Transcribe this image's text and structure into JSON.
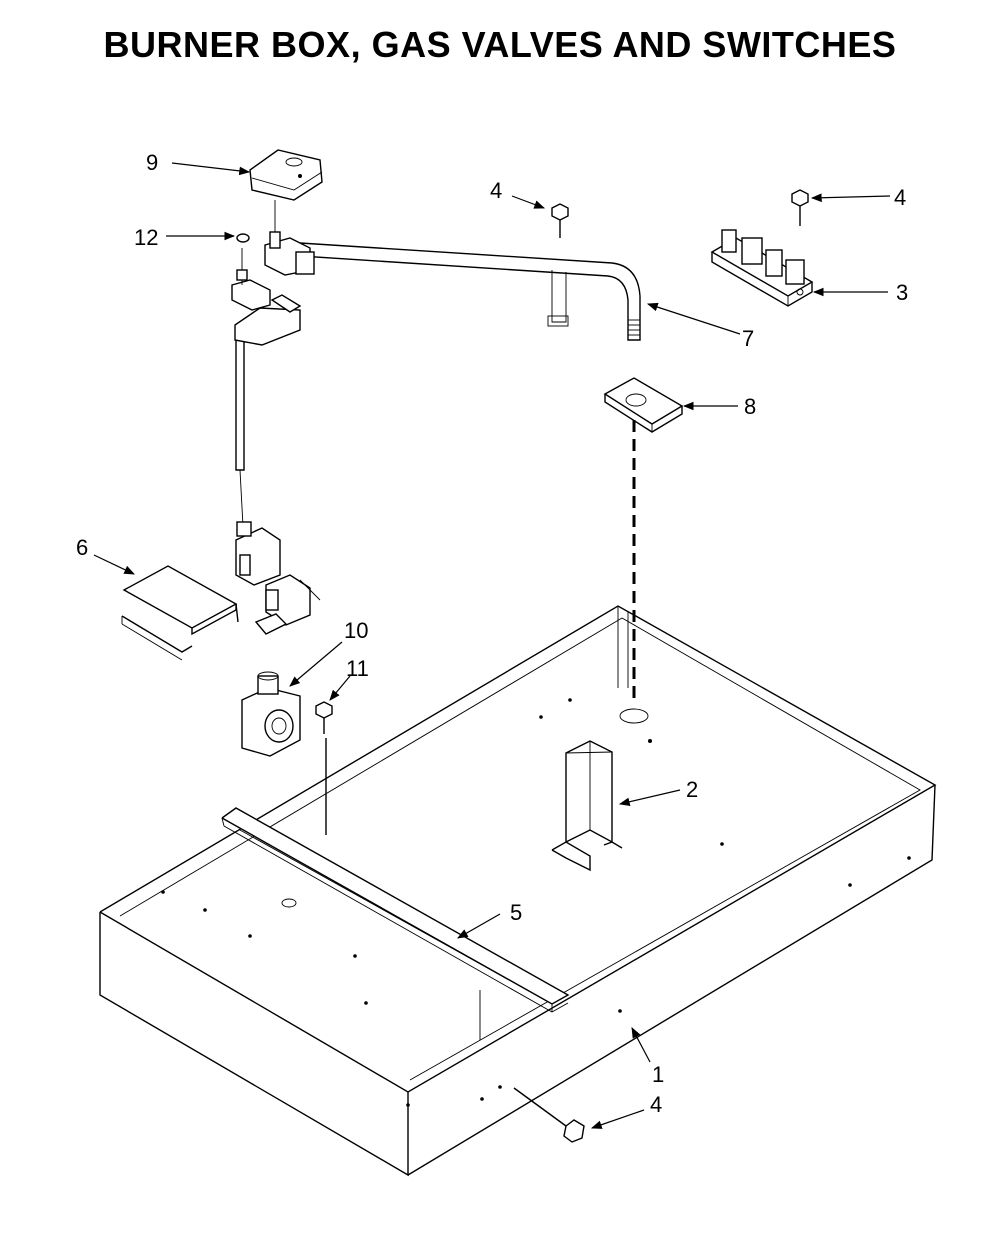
{
  "title": "BURNER BOX, GAS VALVES AND SWITCHES",
  "callouts": {
    "c1": "1",
    "c2": "2",
    "c3": "3",
    "c4a": "4",
    "c4b": "4",
    "c4c": "4",
    "c5": "5",
    "c6": "6",
    "c7": "7",
    "c8": "8",
    "c9": "9",
    "c10": "10",
    "c11": "11",
    "c12": "12"
  }
}
